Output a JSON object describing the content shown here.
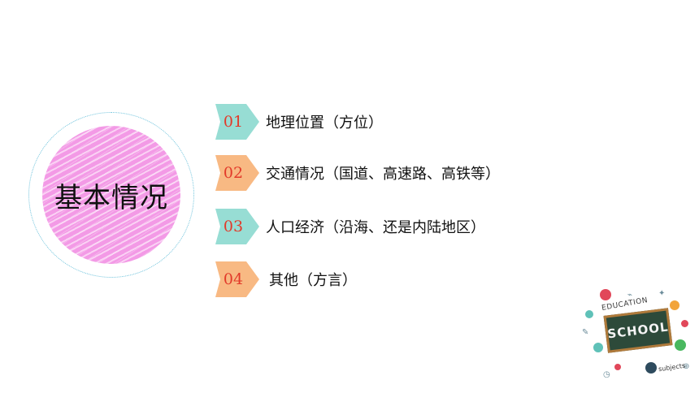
{
  "title": "基本情况",
  "items": [
    {
      "num": "01",
      "text": "地理位置（方位）",
      "color": "#74d1c6"
    },
    {
      "num": "02",
      "text": "交通情况（国道、高速路、高铁等）",
      "color": "#f6a25a"
    },
    {
      "num": "03",
      "text": "人口经济（沿海、还是内陆地区）",
      "color": "#74d1c6"
    },
    {
      "num": "04",
      "text": "其他（方言）",
      "color": "#f6a25a"
    }
  ],
  "badge": {
    "board_text": "SCHOOL",
    "top_text": "EDUCATION",
    "bottom_text": "subjects",
    "icons": [
      "atom-icon",
      "calculator-icon",
      "pencil-icon",
      "flask-icon",
      "globe-icon",
      "lightbulb-icon",
      "book-icon",
      "palette-icon"
    ]
  },
  "colors": {
    "circle_fill": "#f39ae6",
    "circle_ring": "#6fc3dc",
    "number_color": "#e23a2a"
  }
}
